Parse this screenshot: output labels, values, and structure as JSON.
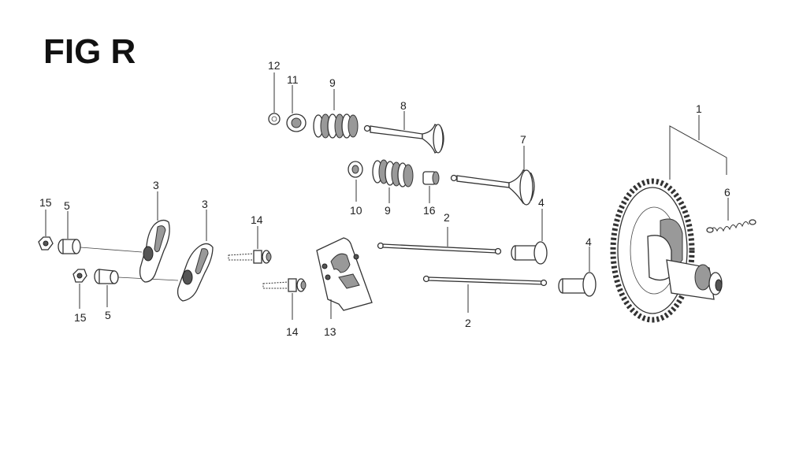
{
  "figure": {
    "title": "FIG R",
    "labels": {
      "l1": "1",
      "l2a": "2",
      "l2b": "2",
      "l3a": "3",
      "l3b": "3",
      "l4a": "4",
      "l4b": "4",
      "l5a": "5",
      "l5b": "5",
      "l6": "6",
      "l7": "7",
      "l8": "8",
      "l9a": "9",
      "l9b": "9",
      "l10": "10",
      "l11": "11",
      "l12": "12",
      "l13": "13",
      "l14a": "14",
      "l14b": "14",
      "l15a": "15",
      "l15b": "15",
      "l16": "16"
    }
  }
}
